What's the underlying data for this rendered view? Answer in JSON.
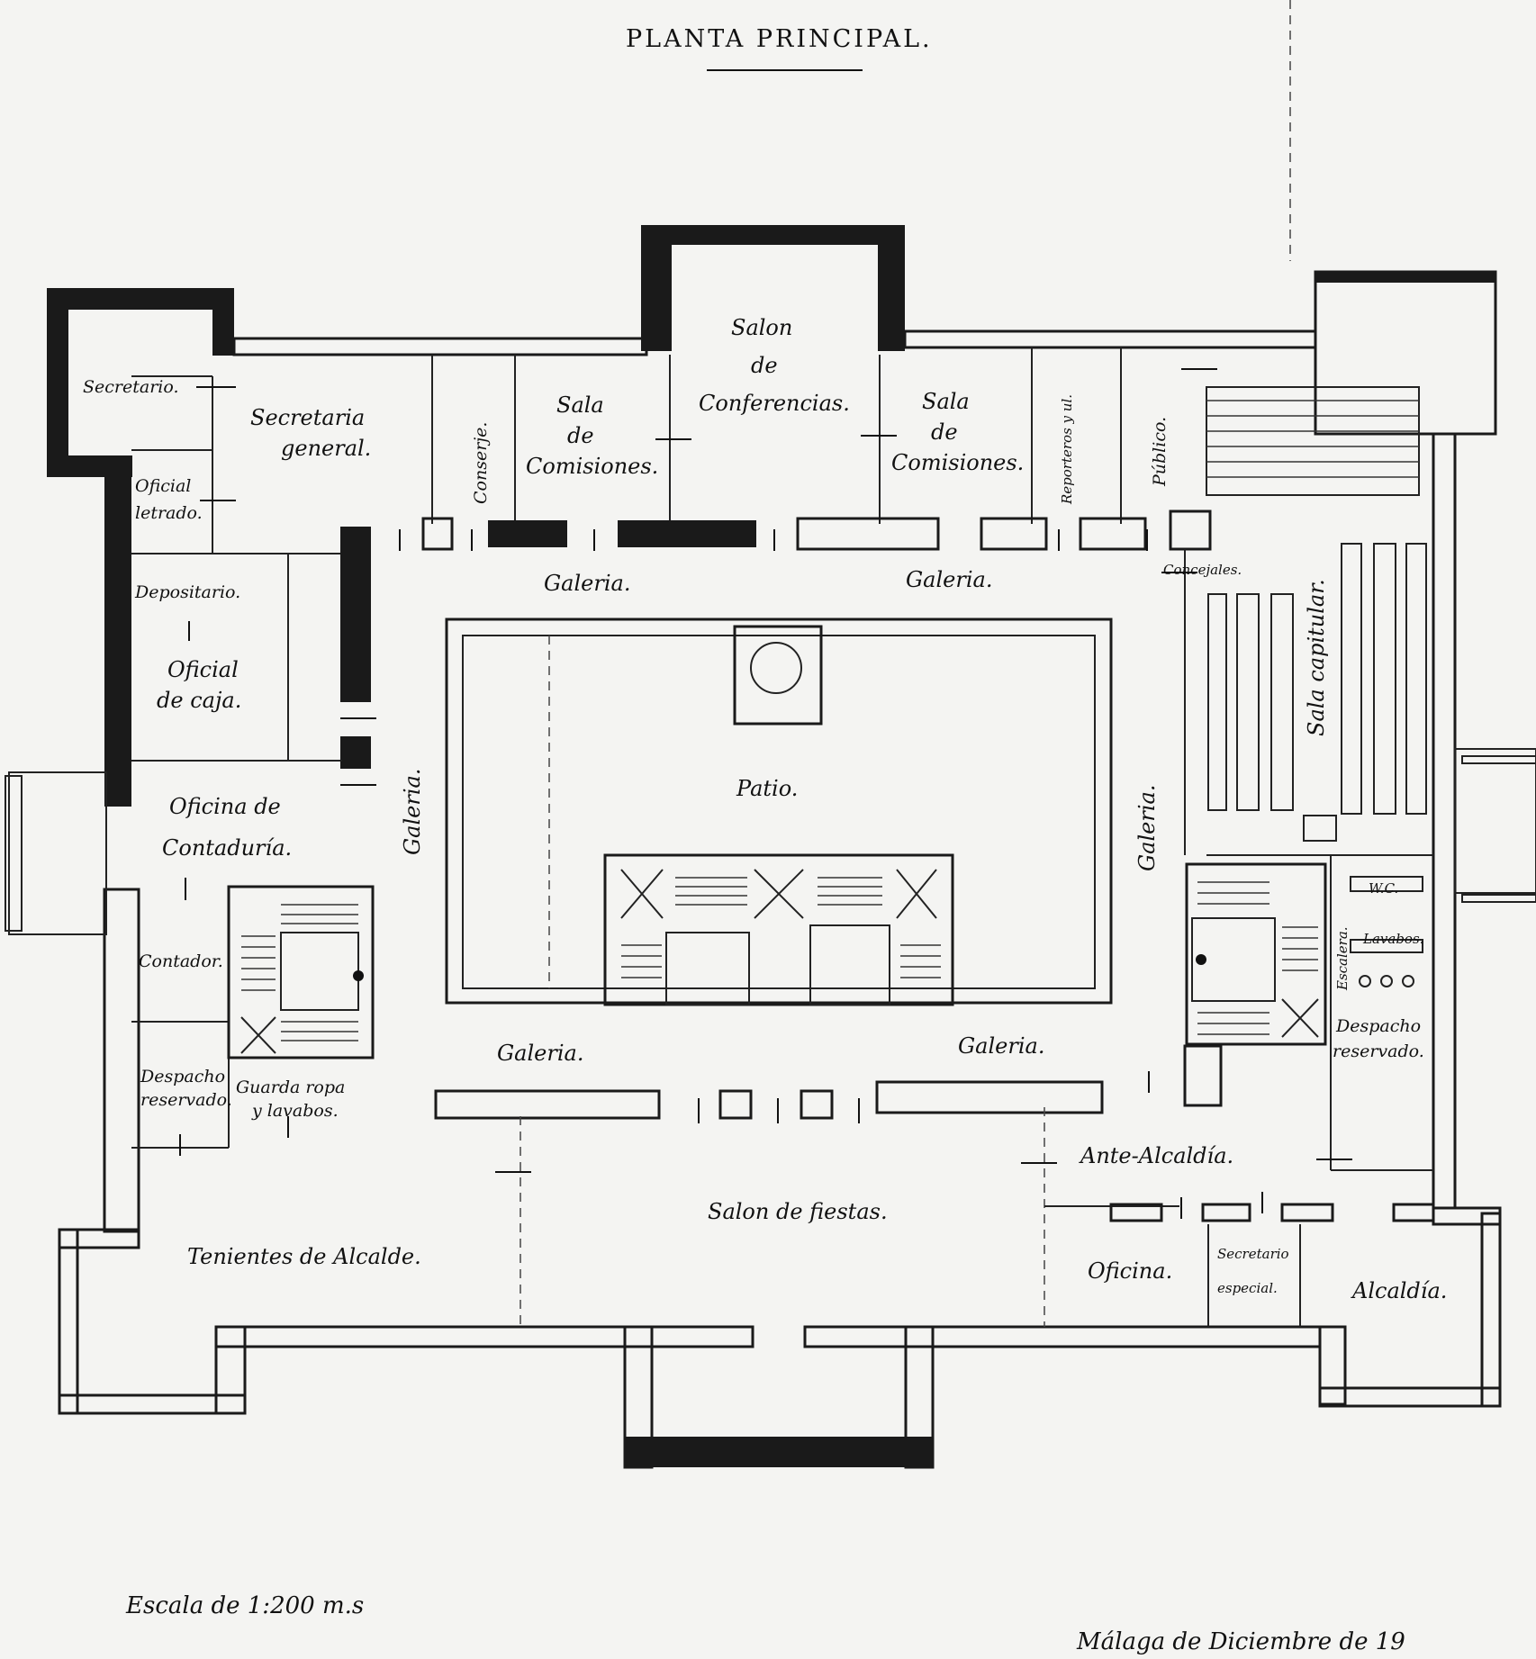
{
  "title": "PLANTA PRINCIPAL.",
  "rooms": {
    "secretario": "Secretario.",
    "secretaria_general_1": "Secretaria",
    "secretaria_general_2": "general.",
    "oficial_letrado_1": "Oficial",
    "oficial_letrado_2": "letrado.",
    "conserje": "Conserje.",
    "sala_comisiones_left_1": "Sala",
    "sala_comisiones_left_2": "de",
    "sala_comisiones_left_3": "Comisiones.",
    "salon_conferencias_1": "Salon",
    "salon_conferencias_2": "de",
    "salon_conferencias_3": "Conferencias.",
    "sala_comisiones_right_1": "Sala",
    "sala_comisiones_right_2": "de",
    "sala_comisiones_right_3": "Comisiones.",
    "reporteros": "Reporteros y ul.",
    "publico": "Público.",
    "concejales": "Concejales.",
    "sala_capitular": "Sala capitular.",
    "galeria_top_left": "Galeria.",
    "galeria_top_right": "Galeria.",
    "depositario": "Depositario.",
    "oficial_caja_1": "Oficial",
    "oficial_caja_2": "de caja.",
    "oficina_contaduria_1": "Oficina de",
    "oficina_contaduria_2": "Contaduría.",
    "galeria_left": "Galeria.",
    "patio": "Patio.",
    "galeria_right": "Galeria.",
    "contador": "Contador.",
    "wc": "W.C.",
    "lavabos": "Lavabos.",
    "escaleras": "Escalera.",
    "despacho_reservado_left_1": "Despacho",
    "despacho_reservado_left_2": "reservado.",
    "guarda_ropa_1": "Guarda ropa",
    "guarda_ropa_2": "y lavabos.",
    "galeria_bottom_left": "Galeria.",
    "galeria_bottom_right": "Galeria.",
    "despacho_reservado_right_1": "Despacho",
    "despacho_reservado_right_2": "reservado.",
    "ante_alcaldia": "Ante-Alcaldía.",
    "salon_fiestas": "Salon de fiestas.",
    "tenientes_alcalde": "Tenientes de Alcalde.",
    "oficina": "Oficina.",
    "secretario_especial_1": "Secretario",
    "secretario_especial_2": "especial.",
    "alcaldia": "Alcaldía."
  },
  "footer": {
    "scale": "Escala de 1:200 m.s",
    "place_date": "Málaga de Diciembre de 19"
  }
}
